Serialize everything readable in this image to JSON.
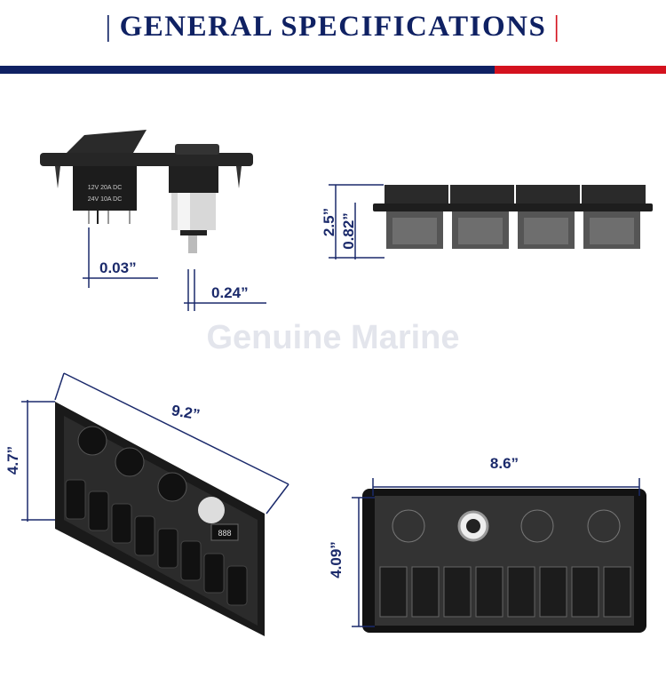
{
  "header": {
    "title": "GENERAL SPECIFICATIONS",
    "left_mark": "|",
    "right_mark": "|",
    "accent_blue": "#0f2163",
    "accent_red": "#d4121e"
  },
  "watermark": "Genuine Marine",
  "views": {
    "side_detail": {
      "pin_offset": "0.03”",
      "terminal_width": "0.24”"
    },
    "side_profile": {
      "total_depth": "2.5”",
      "plate_depth": "0.82”"
    },
    "perspective": {
      "length": "9.2”",
      "height": "4.7”"
    },
    "back": {
      "width": "8.6”",
      "height": "4.09”"
    }
  }
}
